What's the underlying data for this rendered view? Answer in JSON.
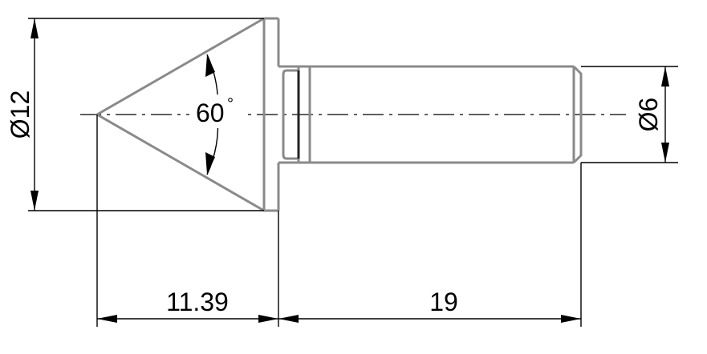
{
  "dimensions": {
    "outer_diameter": "Ø12",
    "shank_diameter": "Ø6",
    "cone_angle": "60",
    "degree_symbol": "°",
    "cone_length": "11.39",
    "shank_length": "19"
  },
  "colors": {
    "part_outline": "#8a8a8a",
    "dimension_lines": "#000000"
  }
}
